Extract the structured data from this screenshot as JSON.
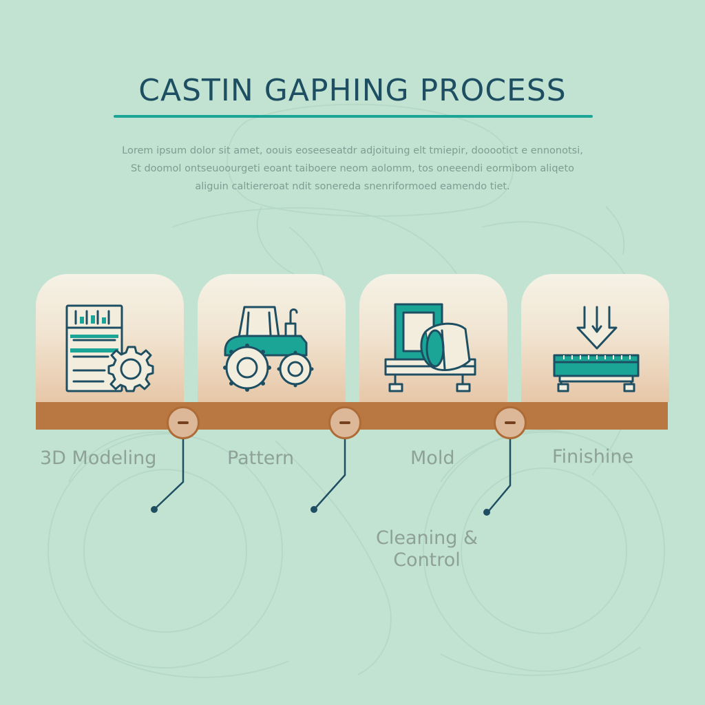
{
  "title": "CASTIN GAPHING PROCESS",
  "description": [
    "Lorem ipsum dolor sit amet, oouis eoseeseatdr adjoituing elt tmiepir, dooootict e ennonotsi,",
    "St doomol ontseuoourgeti eoant taiboere neom aolomm, tos oneeendi eormibom aliqeto",
    "aliguin caltiereroat ndit sonereda snenriformoed eamendo tiet."
  ],
  "steps": [
    {
      "label": "3D Modeling",
      "icon": "document-gear-icon"
    },
    {
      "label": "Pattern",
      "icon": "tractor-icon"
    },
    {
      "label": "Mold",
      "icon": "mold-machine-icon"
    },
    {
      "label": "Finishine",
      "icon": "press-arrow-icon"
    }
  ],
  "sub_label": {
    "line1": "Cleaning &",
    "line2": "Control"
  },
  "colors": {
    "background": "#c3e3d2",
    "title": "#1e4e62",
    "accent_teal": "#1aa596",
    "icon_stroke": "#1e4e62",
    "bar": "#b97841",
    "label": "#8da199"
  }
}
